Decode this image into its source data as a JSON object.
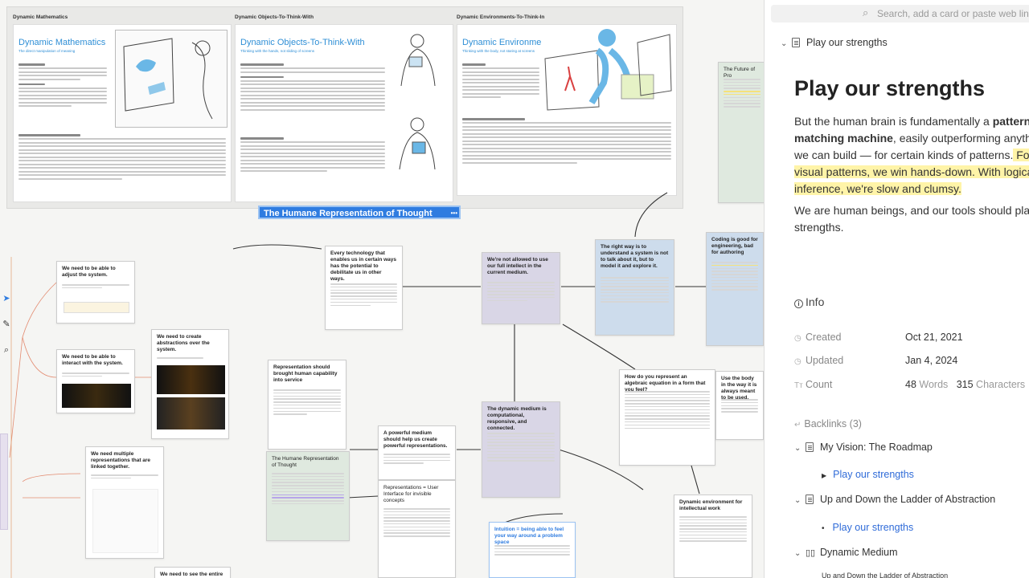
{
  "canvas": {
    "panels": [
      {
        "heading": "Dynamic Mathematics",
        "title": "Dynamic Mathematics",
        "subtitle": "The direct manipulation of meaning"
      },
      {
        "heading": "Dynamic Objects-To-Think-With",
        "title": "Dynamic Objects-To-Think-With",
        "subtitle": "Thinking with the hands, not sliding of screens"
      },
      {
        "heading": "Dynamic Environments-To-Think-In",
        "title": "Dynamic Environments-To-Think-In",
        "subtitle": "Thinking with the body, not staring at screens"
      }
    ],
    "future_card": "The Future of Pro",
    "main_title": "The Humane Representation of Thought",
    "cards": {
      "every_tech": "Every technology that enables us in certain ways has the potential to debilitate us in other ways.",
      "not_allowed": "We're not allowed to use our full intellect in the current medium.",
      "right_way": "The right way is to understand a system is not to talk about it, but to model it and explore it.",
      "coding": "Coding is good for engineering, bad for authoring",
      "adjust": "We need to be able to adjust the system.",
      "interact": "We need to be able to interact with the system.",
      "abstractions": "We need to create abstractions over the system.",
      "multiple": "We need multiple representations that are linked together.",
      "see_entire": "We need to see the entire",
      "representation": "Representation should brought human capability into service",
      "algebraic": "How do you represent an algebraic equation in a form that you feel?",
      "body": "Use the body in the way it is always meant to be used.",
      "humane": "The Humane Representation of Thought",
      "powerful": "A powerful medium should help us create powerful representations.",
      "dynamic_medium": "The dynamic medium is computational, responsive, and connected.",
      "rep_ui": "Representations = User Interface for invisible concepts",
      "intuition": "Intuition = being able to feel your way around a problem space",
      "env_intellectual": "Dynamic environment for intellectual work"
    },
    "tools": {
      "select": "select-tool",
      "pen": "pen-tool",
      "zoom": "zoom-tool"
    }
  },
  "sidebar": {
    "search_placeholder": "Search, add a card or paste web link",
    "doc_header": "Play our strengths",
    "title": "Play our strengths",
    "para1_a": "But the human brain is fundamentally a ",
    "para1_b": "pattern-matching machine",
    "para1_c": ", easily outperforming anything we can build — for certain kinds of patterns.",
    "para1_d": " For visual patterns, we win hands-down. With logical inference, we're slow and clumsy.",
    "para2": "We are human beings, and our tools should play our strengths.",
    "info_label": "Info",
    "created_label": "Created",
    "created_value": "Oct 21, 2021",
    "updated_label": "Updated",
    "updated_value": "Jan 4, 2024",
    "count_label": "Count",
    "words_count": "48",
    "words_label": "Words",
    "chars_count": "315",
    "chars_label": "Characters",
    "backlinks_label": "Backlinks (3)",
    "backlinks": [
      {
        "title": "My Vision: The Roadmap",
        "link": "Play our strengths"
      },
      {
        "title": "Up and Down the Ladder of Abstraction",
        "link": "Play our strengths"
      },
      {
        "title": "Dynamic Medium",
        "link": "Up and Down the Ladder of Abstraction"
      }
    ]
  }
}
